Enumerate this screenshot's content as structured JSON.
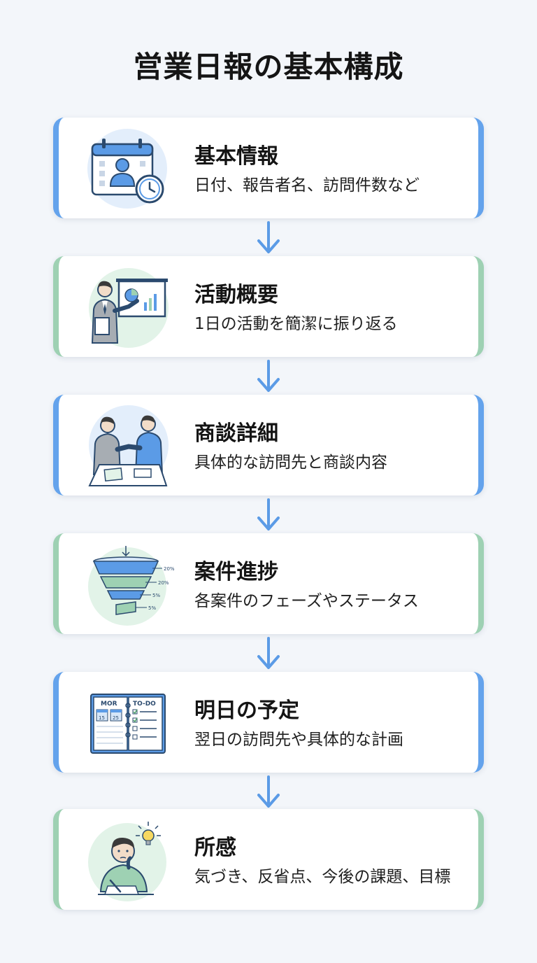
{
  "title": "営業日報の基本構成",
  "colors": {
    "blue_accent": "#64a3ec",
    "green_accent": "#9ed1b3",
    "arrow": "#5b9be6"
  },
  "sections": [
    {
      "title": "基本情報",
      "desc": "日付、報告者名、訪問件数など",
      "accent": "blue",
      "icon": "calendar-person-clock-icon"
    },
    {
      "title": "活動概要",
      "desc": "1日の活動を簡潔に振り返る",
      "accent": "green",
      "icon": "presenter-chart-icon"
    },
    {
      "title": "商談詳細",
      "desc": "具体的な訪問先と商談内容",
      "accent": "blue",
      "icon": "handshake-icon"
    },
    {
      "title": "案件進捗",
      "desc": "各案件のフェーズやステータス",
      "accent": "green",
      "icon": "sales-funnel-icon"
    },
    {
      "title": "明日の予定",
      "desc": "翌日の訪問先や具体的な計画",
      "accent": "blue",
      "icon": "planner-todo-icon"
    },
    {
      "title": "所感",
      "desc": "気づき、反省点、今後の課題、目標",
      "accent": "green",
      "icon": "thinking-person-icon"
    }
  ],
  "icon_text": {
    "funnel_labels": [
      "20%",
      "20%",
      "5%",
      "5%"
    ],
    "planner_left": "MOR",
    "planner_right": "TO-DO",
    "planner_dates": [
      "15",
      "25"
    ]
  }
}
